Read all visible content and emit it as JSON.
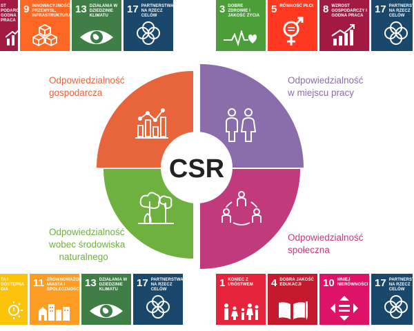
{
  "center": {
    "label": "CSR"
  },
  "quadrants": {
    "economic": {
      "label_line1": "Odpowiedzialność",
      "label_line2": "gospodarcza",
      "color": "#e8643a",
      "icon": "bar-chart-icon"
    },
    "workplace": {
      "label_line1": "Odpowiedzialność",
      "label_line2": "w miejscu pracy",
      "color": "#8a6dab",
      "icon": "people-icon"
    },
    "environment": {
      "label_line1": "Odpowiedzialność",
      "label_line2": "wobec środowiska",
      "label_line3": "naturalnego",
      "color": "#6fb13f",
      "icon": "trees-icon"
    },
    "social": {
      "label_line1": "Odpowiedzialność",
      "label_line2": "społeczna",
      "color": "#c13a7c",
      "icon": "community-icon"
    }
  },
  "tiles_top_left": [
    {
      "num": "",
      "title": "ST PODARCZY GODNA PRACA",
      "color": "#a21942",
      "icon": "growth-chart-icon"
    },
    {
      "num": "9",
      "title": "INNOWACYJNOŚĆ, PRZEMYSŁ, INFRASTRUKTURA",
      "color": "#fd6925",
      "icon": "cubes-icon"
    },
    {
      "num": "13",
      "title": "DZIAŁANIA W DZIEDZINIE KLIMATU",
      "color": "#3f7e44",
      "icon": "eye-globe-icon"
    },
    {
      "num": "17",
      "title": "PARTNERSTWA NA RZECZ CELÓW",
      "color": "#19486a",
      "icon": "rings-icon"
    }
  ],
  "tiles_top_right": [
    {
      "num": "3",
      "title": "DOBRE ZDROWIE I JAKOŚĆ ŻYCIA",
      "color": "#4c9f38",
      "icon": "heartbeat-icon"
    },
    {
      "num": "5",
      "title": "RÓWNOŚĆ PŁCI",
      "color": "#ff3a21",
      "icon": "gender-icon"
    },
    {
      "num": "8",
      "title": "WZROST GOSPODARCZY I GODNA PRACA",
      "color": "#a21942",
      "icon": "growth-chart-icon"
    },
    {
      "num": "17",
      "title": "PARTNERSTWA NA RZECZ CELÓW",
      "color": "#19486a",
      "icon": "rings-icon"
    }
  ],
  "tiles_bottom_left": [
    {
      "num": "",
      "title": "TA I DOSTĘPNA GIA",
      "color": "#fcc30b",
      "icon": "sun-power-icon"
    },
    {
      "num": "11",
      "title": "ZRÓWNOWAŻONE MIASTA I SPOŁECZNOŚCI",
      "color": "#fd9d24",
      "icon": "city-icon"
    },
    {
      "num": "13",
      "title": "DZIAŁANIA W DZIEDZINIE KLIMATU",
      "color": "#3f7e44",
      "icon": "eye-globe-icon"
    },
    {
      "num": "17",
      "title": "PARTNERSTWA NA RZECZ CELÓW",
      "color": "#19486a",
      "icon": "rings-icon"
    }
  ],
  "tiles_bottom_right": [
    {
      "num": "1",
      "title": "KONIEC Z UBÓSTWEM",
      "color": "#e5243b",
      "icon": "family-icon"
    },
    {
      "num": "4",
      "title": "DOBRA JAKOŚĆ EDUKACJI",
      "color": "#c5192d",
      "icon": "book-icon"
    },
    {
      "num": "10",
      "title": "MNIEJ NIERÓWNOŚCI",
      "color": "#dd1367",
      "icon": "equality-icon"
    },
    {
      "num": "17",
      "title": "PARTNERSTWA NA RZECZ CELÓW",
      "color": "#19486a",
      "icon": "rings-icon"
    }
  ]
}
